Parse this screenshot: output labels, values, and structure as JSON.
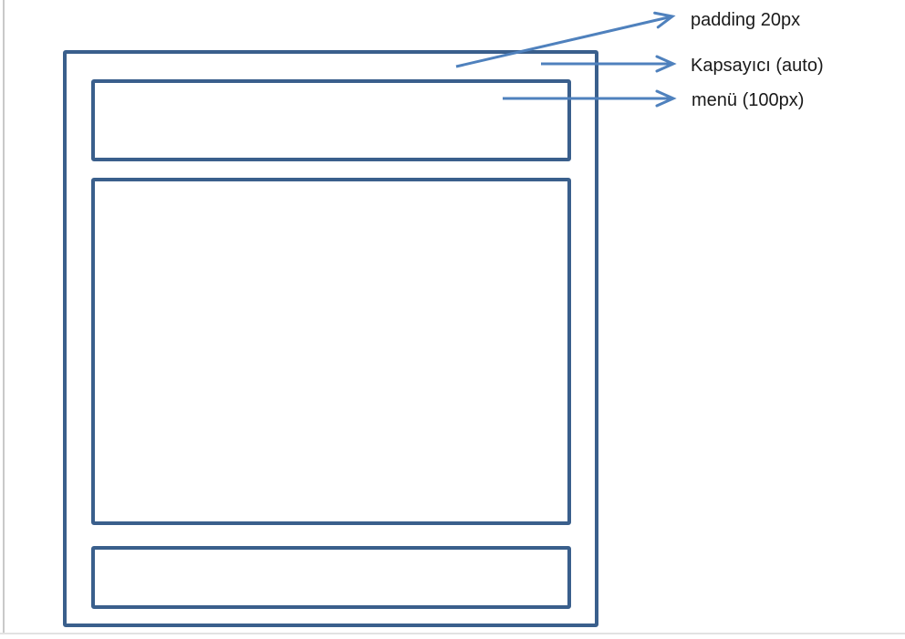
{
  "labels": {
    "padding": "padding 20px",
    "container": "Kapsayıcı (auto)",
    "menu": "menü (100px)"
  },
  "colors": {
    "background": "#FFFFFF",
    "box_border": "#3A5F8C",
    "arrow": "#4F81BD",
    "text": "#1A1A1A",
    "page_edge": "#C9C9C9",
    "page_edge_bottom": "#E2E2E2"
  }
}
